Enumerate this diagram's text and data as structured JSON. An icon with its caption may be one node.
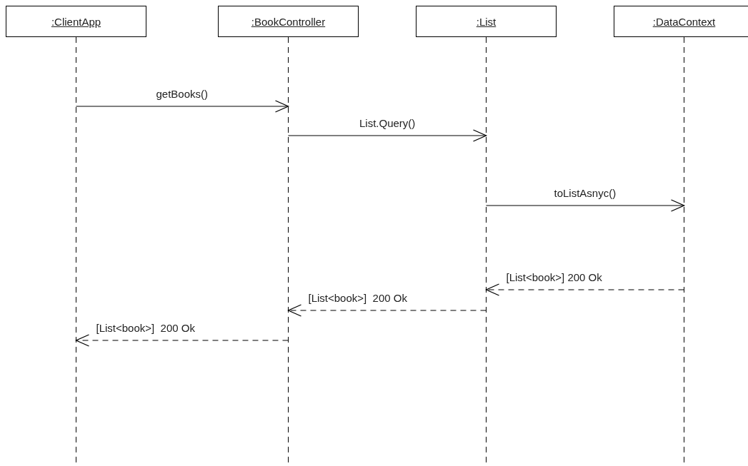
{
  "diagram": {
    "nodes": [
      {
        "text": [
          ":ClientApp"
        ]
      },
      {
        "text": [
          ":BookController"
        ]
      },
      {
        "text": [
          ":List"
        ]
      },
      {
        "text": [
          ":DataContext"
        ]
      }
    ],
    "edges": [
      {
        "from": 0,
        "to": 1,
        "arrow": "to",
        "label": "getBooks()"
      },
      {
        "from": 1,
        "to": 2,
        "arrow": "to",
        "label": "List.Query()"
      },
      {
        "from": 2,
        "to": 3,
        "arrow": "to",
        "label": "toListAsnyc()"
      },
      {
        "from": 3,
        "to": 2,
        "arrow": "to",
        "label": "[List<book>] 200 Ok",
        "style": "dashed"
      },
      {
        "from": 2,
        "to": 1,
        "arrow": "to",
        "label": "[List<book>]  200 Ok",
        "style": "dashed"
      },
      {
        "from": 1,
        "to": 0,
        "arrow": "to",
        "label": "[List<book>]  200 Ok",
        "style": "dashed"
      }
    ]
  }
}
